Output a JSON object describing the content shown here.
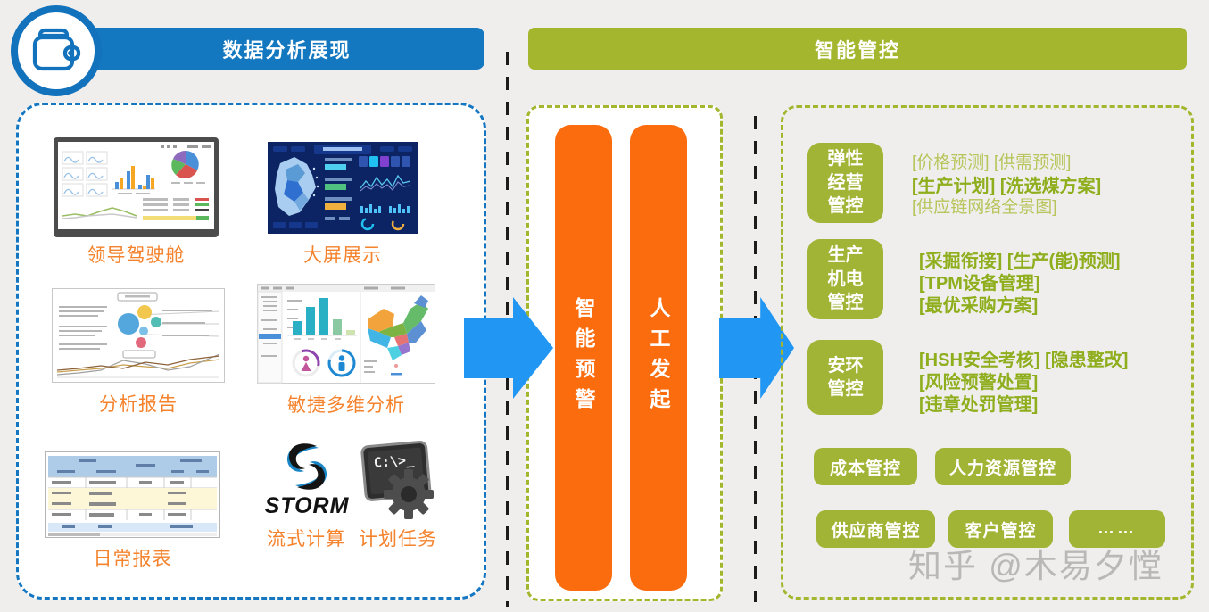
{
  "headers": {
    "left": "数据分析展现",
    "right": "智能管控"
  },
  "colors": {
    "header_blue": "#1478c0",
    "header_green": "#a4b62e",
    "orange_bar": "#fb6c0e",
    "arrow_blue": "#2196f3",
    "label_orange": "#f5832d",
    "group_text_bold": "#8fae1d",
    "group_text_light": "#b9c55c"
  },
  "left_panel": {
    "labels": {
      "cockpit": "领导驾驶舱",
      "big_screen": "大屏展示",
      "analysis_report": "分析报告",
      "agile_analysis": "敏捷多维分析",
      "daily_report": "日常报表",
      "stream_computing": "流式计算",
      "scheduled_task": "计划任务"
    },
    "storm_text": "STORM",
    "terminal_prompt": "C:\\>_"
  },
  "middle_panel": {
    "bar1": "智能预警",
    "bar2": "人工发起"
  },
  "right_panel": {
    "groups": [
      {
        "title": "弹性\n经营\n管控",
        "lines": [
          {
            "text": "[价格预测] [供需预测]",
            "bold": false
          },
          {
            "text": "[生产计划] [洗选煤方案]",
            "bold": true
          },
          {
            "text": "[供应链网络全景图]",
            "bold": false
          }
        ]
      },
      {
        "title": "生产\n机电\n管控",
        "lines": [
          {
            "text": "[采掘衔接] [生产(能)预测]",
            "bold": true
          },
          {
            "text": "[TPM设备管理]",
            "bold": true
          },
          {
            "text": "[最优采购方案]",
            "bold": true
          }
        ]
      },
      {
        "title": "安环\n管控",
        "lines": [
          {
            "text": "[HSH安全考核] [隐患整改]",
            "bold": true
          },
          {
            "text": "[风险预警处置]",
            "bold": true
          },
          {
            "text": "[违章处罚管理]",
            "bold": true
          }
        ]
      }
    ],
    "buttons": [
      "成本管控",
      "人力资源管控",
      "供应商管控",
      "客户管控",
      "……"
    ]
  },
  "watermark": {
    "text": "知乎 @木易夕憆"
  }
}
